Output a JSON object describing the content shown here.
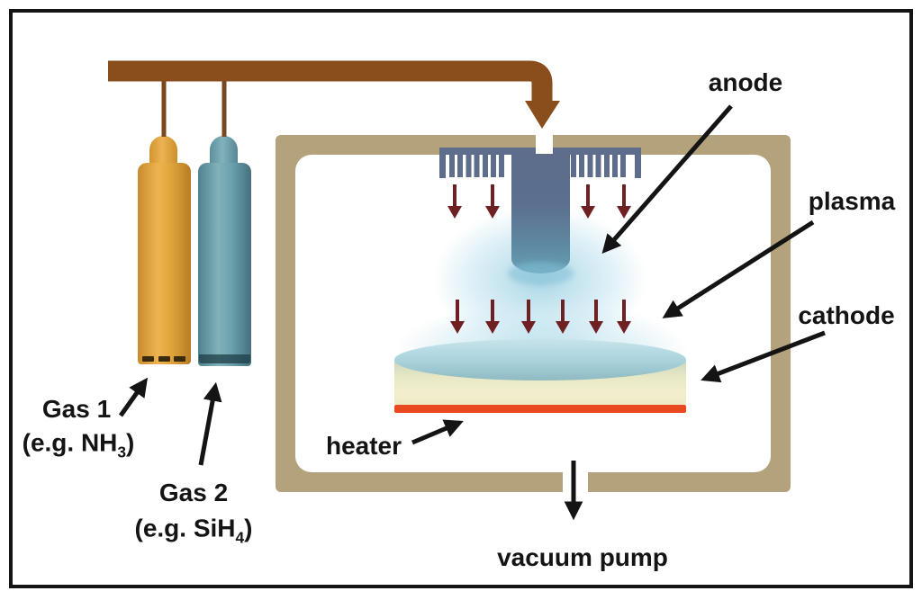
{
  "figure": {
    "kind": "plasma deposition chamber schematic"
  },
  "labels": {
    "anode": "anode",
    "plasma": "plasma",
    "cathode": "cathode",
    "heater": "heater",
    "vacuum_pump": "vacuum pump",
    "gas1": {
      "name": "Gas 1",
      "example_pre": "(e.g. NH",
      "example_sub": "3",
      "example_post": ")"
    },
    "gas2": {
      "name": "Gas 2",
      "example_pre": "(e.g. SiH",
      "example_sub": "4",
      "example_post": ")"
    }
  },
  "colors": {
    "chamber_wall_tan": "#b4a27c",
    "gas_pipe_brown": "#8a4e1d",
    "anode_slate": "#5d6d8b",
    "plasma_glow_blue": "#bfe3ee",
    "flow_arrow_dark_red": "#6e2023",
    "heater_orange": "#e8491f",
    "gas1_cylinder_yellow": "#e3a73e",
    "gas2_cylinder_teal": "#6ba3ae",
    "cathode_cream": "#f0eecb",
    "text_black": "#141414"
  }
}
